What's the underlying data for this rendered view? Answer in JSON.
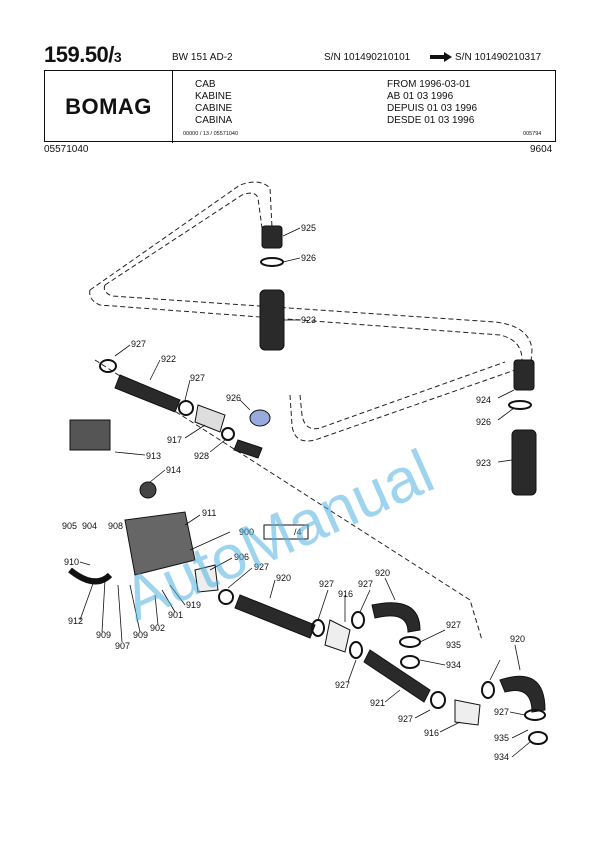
{
  "header": {
    "page_number": "159.50/",
    "page_sub": "3",
    "model": "BW 151 AD-2",
    "sn_from": "S/N 101490210101",
    "sn_to": "S/N 101490210317",
    "brand": "BOMAG",
    "titles": [
      "CAB",
      "KABINE",
      "CABINE",
      "CABINA"
    ],
    "dates": [
      "FROM 1996-03-01",
      "AB 01 03 1996",
      "DEPUIS 01 03 1996",
      "DESDE 01 03 1996"
    ],
    "small_ref": "00000 / 13 / 05571040",
    "small_num": "005794",
    "doc_number": "05571040",
    "date_code": "9604"
  },
  "diagram": {
    "watermark": "AutoManual",
    "ref_box": "/4",
    "labels": [
      "925",
      "926",
      "923",
      "927",
      "922",
      "927",
      "926",
      "917",
      "928",
      "924",
      "926",
      "923",
      "913",
      "914",
      "911",
      "905",
      "904",
      "908",
      "900",
      "906",
      "927",
      "920",
      "910",
      "927",
      "916",
      "927",
      "920",
      "912",
      "909",
      "907",
      "909",
      "902",
      "901",
      "919",
      "927",
      "935",
      "934",
      "920",
      "927",
      "921",
      "927",
      "916",
      "927",
      "935",
      "934"
    ]
  }
}
